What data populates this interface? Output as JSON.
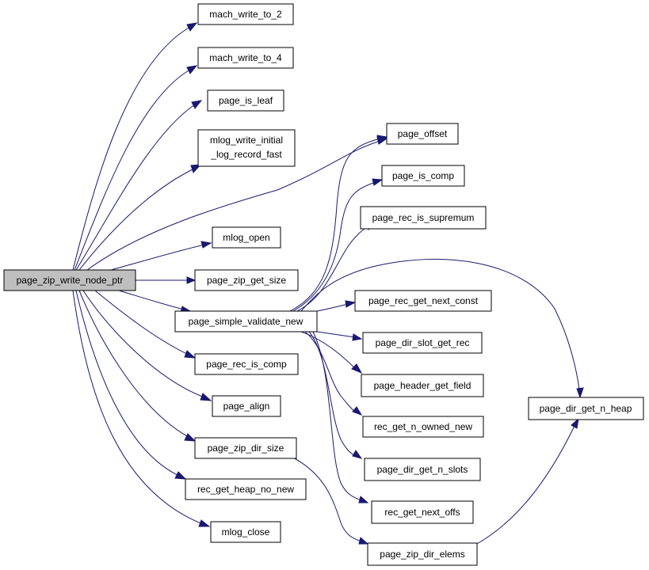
{
  "colors": {
    "edge": "#191970",
    "root_fill": "#bfbfbf",
    "node_fill": "#ffffff",
    "border": "#000000"
  },
  "nodes": {
    "root": "page_zip_write_node_ptr",
    "mach_write_to_2": "mach_write_to_2",
    "mach_write_to_4": "mach_write_to_4",
    "page_is_leaf": "page_is_leaf",
    "mlog_write_initial_log_record_fast": [
      "mlog_write_initial",
      "_log_record_fast"
    ],
    "mlog_open": "mlog_open",
    "page_zip_get_size": "page_zip_get_size",
    "page_simple_validate_new": "page_simple_validate_new",
    "page_rec_is_comp": "page_rec_is_comp",
    "page_align": "page_align",
    "page_zip_dir_size": "page_zip_dir_size",
    "rec_get_heap_no_new": "rec_get_heap_no_new",
    "mlog_close": "mlog_close",
    "page_offset": "page_offset",
    "page_is_comp": "page_is_comp",
    "page_rec_is_supremum": "page_rec_is_supremum",
    "page_rec_get_next_const": "page_rec_get_next_const",
    "page_dir_slot_get_rec": "page_dir_slot_get_rec",
    "page_header_get_field": "page_header_get_field",
    "rec_get_n_owned_new": "rec_get_n_owned_new",
    "page_dir_get_n_slots": "page_dir_get_n_slots",
    "rec_get_next_offs": "rec_get_next_offs",
    "page_zip_dir_elems": "page_zip_dir_elems",
    "page_dir_get_n_heap": "page_dir_get_n_heap"
  }
}
